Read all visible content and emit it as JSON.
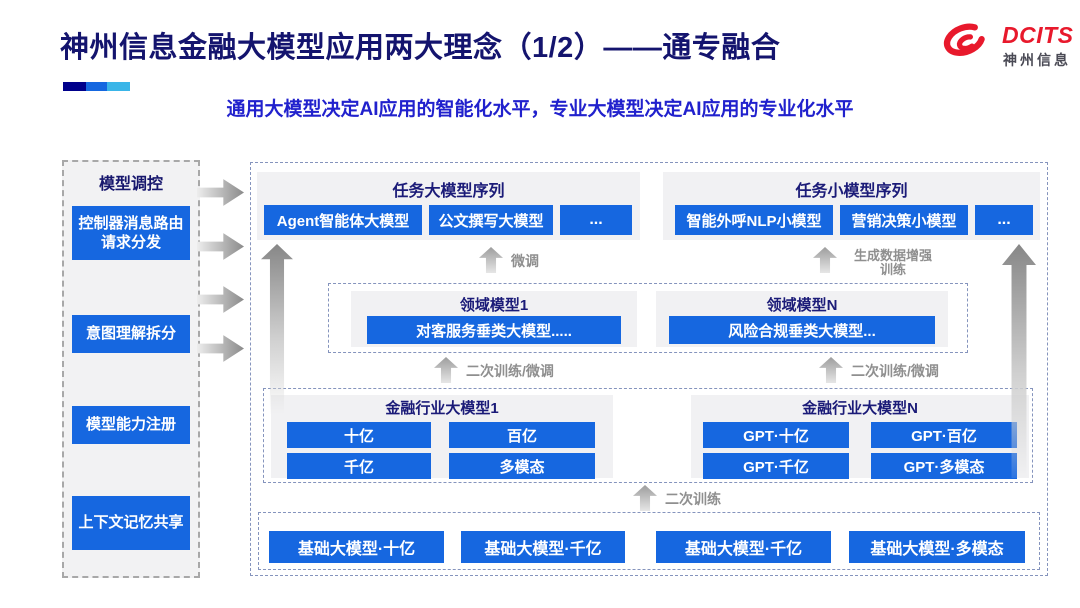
{
  "meta": {
    "title": "神州信息金融大模型应用两大理念（1/2）——通专融合",
    "subtitle": "通用大模型决定AI应用的智能化水平，专业大模型决定AI应用的专业化水平"
  },
  "logo": {
    "brand": "DCITS",
    "brand_cn": "神州信息"
  },
  "sidebar": {
    "title": "模型调控",
    "items": [
      "控制器消息路由请求分发",
      "意图理解拆分",
      "模型能力注册",
      "上下文记忆共享"
    ]
  },
  "top_row": {
    "large_series": {
      "title": "任务大模型序列",
      "models": [
        "Agent智能体大模型",
        "公文撰写大模型",
        "..."
      ]
    },
    "small_series": {
      "title": "任务小模型序列",
      "models": [
        "智能外呼NLP小模型",
        "营销决策小模型",
        "..."
      ]
    }
  },
  "labels": {
    "fine_tune": "微调",
    "gen_data_line1": "生成数据增强",
    "gen_data_line2": "训练",
    "retrain_finetune_left": "二次训练/微调",
    "retrain_finetune_right": "二次训练/微调",
    "retrain": "二次训练"
  },
  "domain_row": {
    "left": {
      "title": "领域模型1",
      "model": "对客服务垂类大模型....."
    },
    "right": {
      "title": "领域模型N",
      "model": "风险合规垂类大模型..."
    }
  },
  "industry_row": {
    "left": {
      "title": "金融行业大模型1",
      "models": [
        "十亿",
        "百亿",
        "千亿",
        "多模态"
      ]
    },
    "right": {
      "title": "金融行业大模型N",
      "models": [
        "GPT·十亿",
        "GPT·百亿",
        "GPT·千亿",
        "GPT·多模态"
      ]
    }
  },
  "base_row": {
    "models": [
      "基础大模型·十亿",
      "基础大模型·千亿",
      "基础大模型·千亿",
      "基础大模型·多模态"
    ]
  },
  "colors": {
    "accent_blue": "#1667e0",
    "title_navy": "#14146e",
    "subtitle_blue": "#2121cd",
    "bar_navy": "#00008b",
    "bar_cyan": "#3ab5e8",
    "logo_red": "#e8192c"
  }
}
